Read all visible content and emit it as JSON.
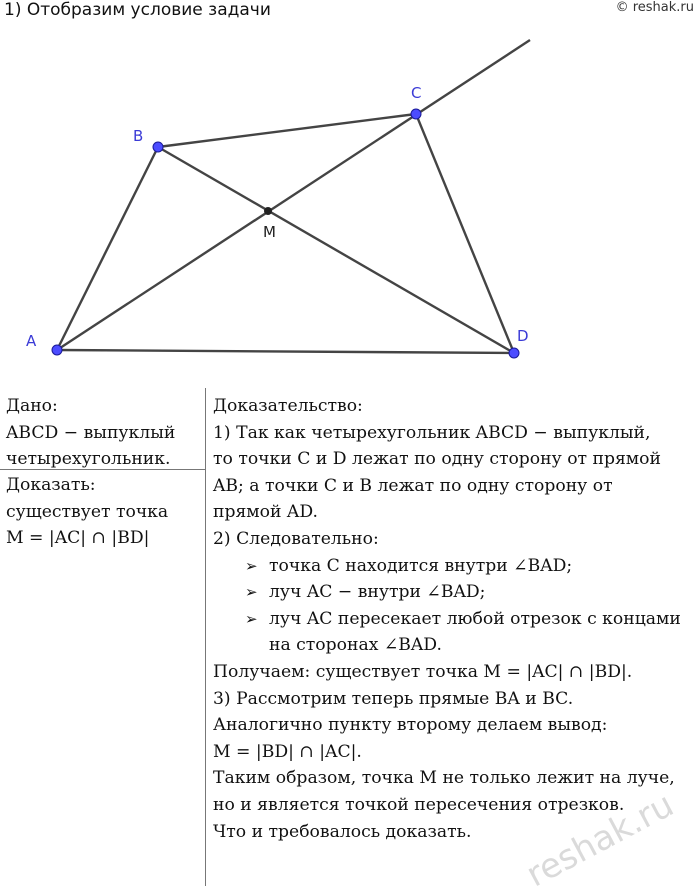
{
  "header": {
    "title": "1) Отобразим условие задачи",
    "copyright": "© reshak.ru"
  },
  "figure": {
    "points": {
      "A": "A",
      "B": "B",
      "C": "C",
      "D": "D",
      "M": "M"
    },
    "colors": {
      "point_fill": "#4c4cff",
      "point_stroke": "#1a1a99",
      "point_label": "#3b3bd6",
      "line": "#444444",
      "mid_point": "#222222"
    }
  },
  "given": {
    "heading": "Дано:",
    "lines": [
      "ABCD − выпуклый",
      "четырехугольник."
    ]
  },
  "prove": {
    "heading": "Доказать:",
    "lines": [
      "существует точка",
      "M = |AC| ∩ |BD|"
    ]
  },
  "proof": {
    "heading": "Доказательство:",
    "p1": [
      "1) Так как четырехугольник ABCD − выпуклый,",
      "то точки C и D лежат по одну сторону от прямой",
      "AB; а точки C и B лежат по одну сторону от",
      "прямой AD."
    ],
    "p2": "2) Следовательно:",
    "bullets": [
      "точка C находится внутри ∠BAD;",
      "луч AC − внутри ∠BAD;",
      "луч AC пересекает любой отрезок с концами"
    ],
    "bullet3_cont": "на сторонах ∠BAD.",
    "rest": [
      "Получаем: существует точка M = |AC| ∩ |BD|.",
      "3) Рассмотрим теперь прямые BA и BC.",
      "Аналогично пункту второму делаем вывод:",
      "M = |BD| ∩ |AC|.",
      "Таким образом, точка M не только лежит на луче,",
      "но и является точкой пересечения отрезков.",
      "Что и требовалось доказать."
    ],
    "arrow_glyph": "➢"
  },
  "watermark": "reshak.ru"
}
